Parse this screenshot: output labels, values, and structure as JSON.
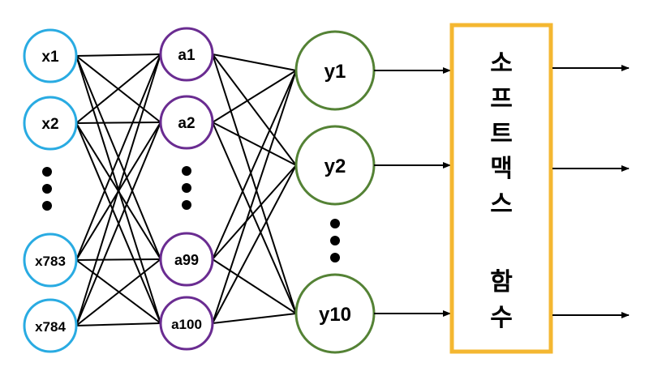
{
  "diagram": {
    "input_layer": {
      "color": "#29abe2",
      "nodes": [
        "x1",
        "x2",
        "x783",
        "x784"
      ]
    },
    "hidden_layer": {
      "color": "#6a2c91",
      "nodes": [
        "a1",
        "a2",
        "a99",
        "a100"
      ]
    },
    "output_layer": {
      "color": "#548235",
      "nodes": [
        "y1",
        "y2",
        "y10"
      ]
    },
    "softmax_box": {
      "color": "#f4b731",
      "label_chars": [
        "소",
        "프",
        "트",
        "맥",
        "스",
        "",
        "함",
        "수"
      ]
    },
    "edge_color": "#000000"
  }
}
